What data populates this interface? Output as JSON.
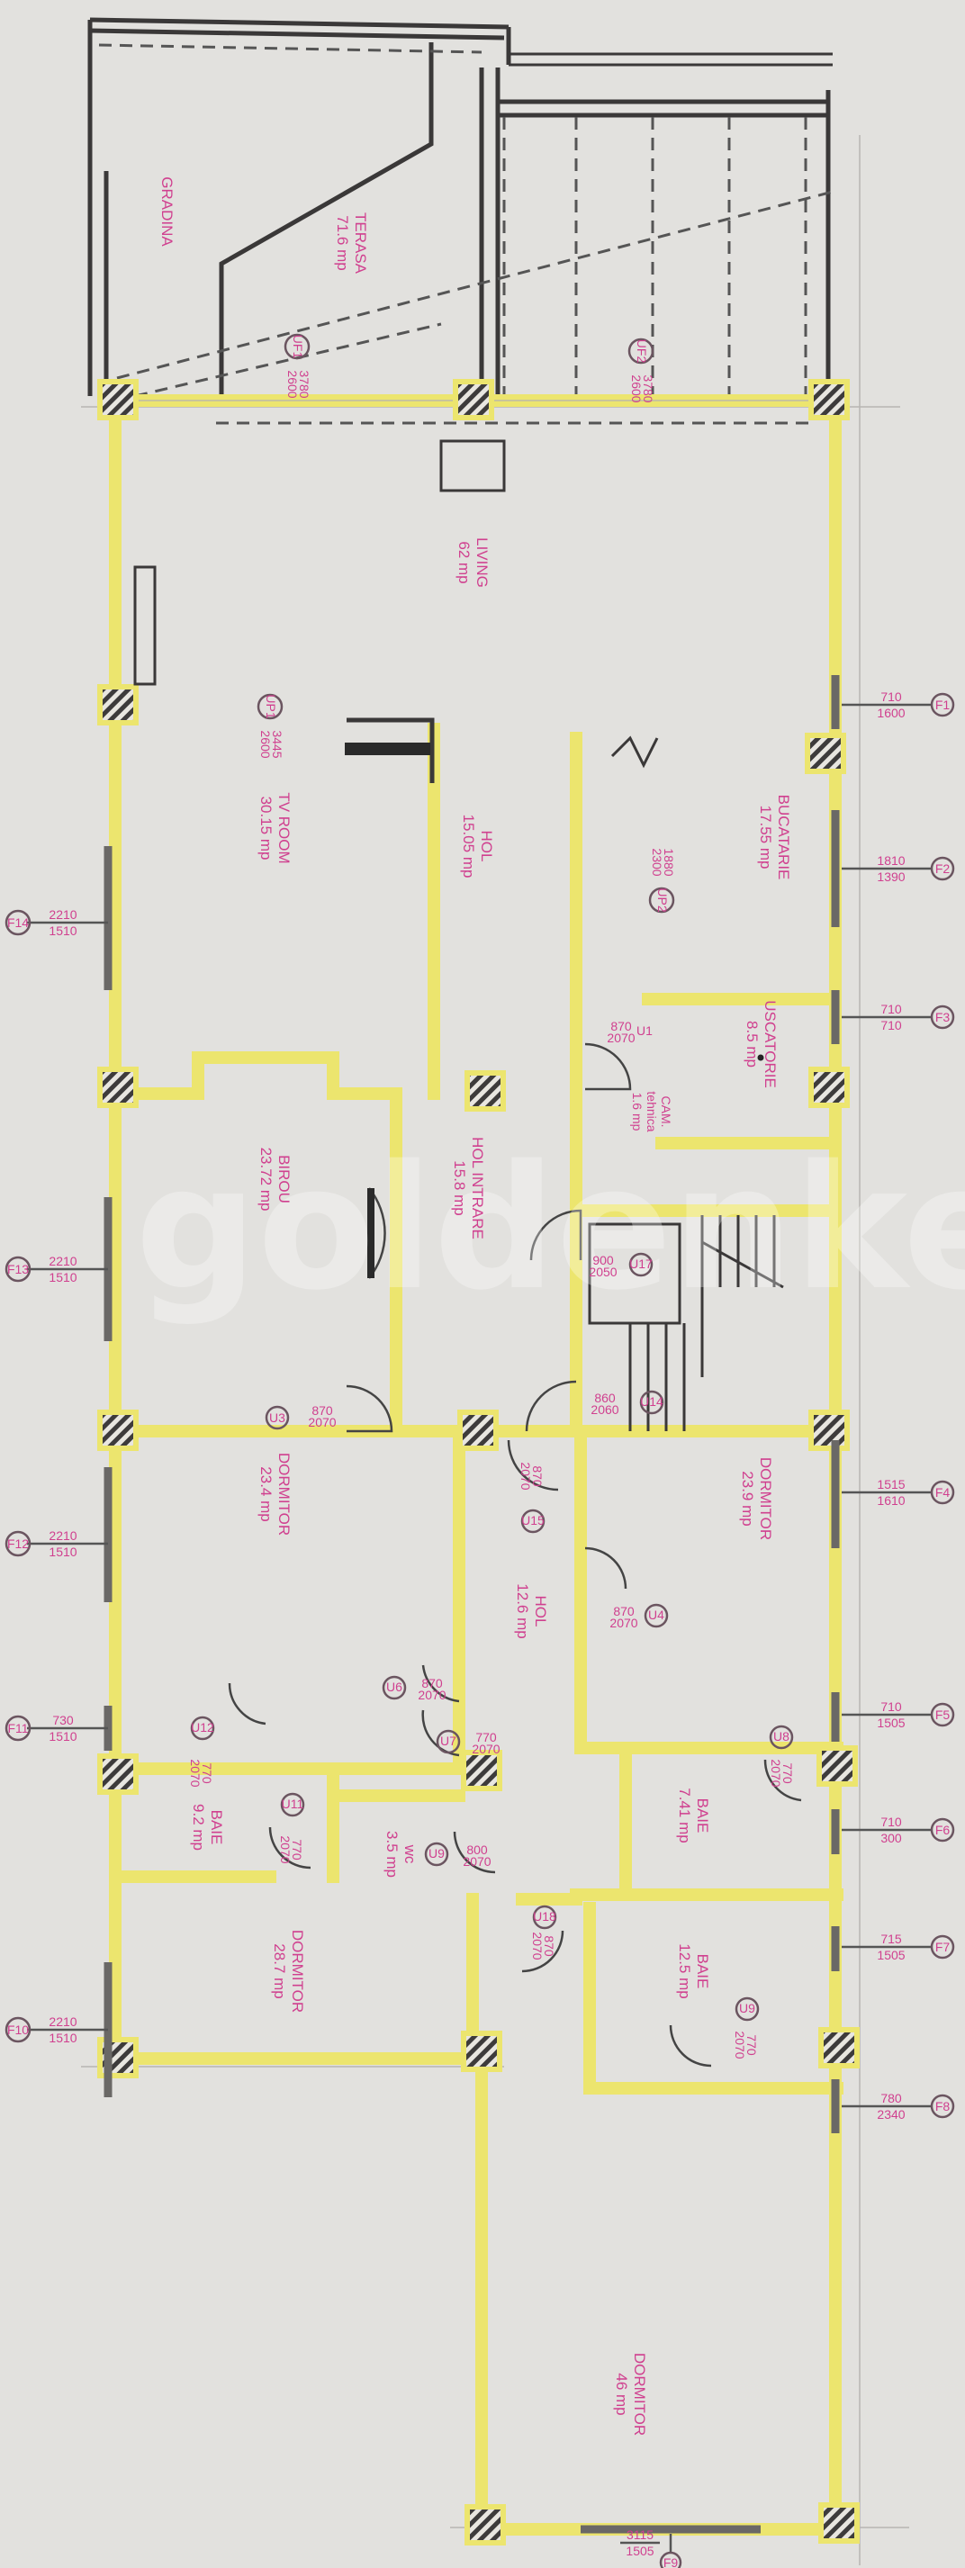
{
  "title": "Floor plan",
  "watermark": "goldenkey",
  "colors": {
    "paper": "#e2e1de",
    "wall": "#ece56e",
    "label": "#d0408f",
    "line": "#3a3838"
  },
  "rooms": {
    "gradina": {
      "name": "GRADINA",
      "area": ""
    },
    "terasa": {
      "name": "TERASA",
      "area": "71.6 mp"
    },
    "living": {
      "name": "LIVING",
      "area": "62 mp"
    },
    "tv_room": {
      "name": "TV ROOM",
      "area": "30.15 mp"
    },
    "hol1": {
      "name": "HOL",
      "area": "15.05 mp"
    },
    "bucatarie": {
      "name": "BUCATARIE",
      "area": "17.55 mp"
    },
    "uscatorie": {
      "name": "USCATORIE",
      "area": "8.5 mp"
    },
    "cam_tehnica": {
      "name": "CAM.",
      "sub": "tehnica",
      "area": "1.6 mp"
    },
    "birou": {
      "name": "BIROU",
      "area": "23.72 mp"
    },
    "hol_intrare": {
      "name": "HOL INTRARE",
      "area": "15.8 mp"
    },
    "dormitor1": {
      "name": "DORMITOR",
      "area": "23.4 mp"
    },
    "hol2": {
      "name": "HOL",
      "area": "12.6 mp"
    },
    "dormitor2": {
      "name": "DORMITOR",
      "area": "23.9 mp"
    },
    "wc": {
      "name": "wc",
      "area": "3.5 mp"
    },
    "baie1": {
      "name": "BAIE",
      "area": "9.2 mp"
    },
    "baie2": {
      "name": "BAIE",
      "area": "7.41 mp"
    },
    "dormitor3": {
      "name": "DORMITOR",
      "area": "28.7 mp"
    },
    "baie3": {
      "name": "BAIE",
      "area": "12.5 mp"
    },
    "dormitor4": {
      "name": "DORMITOR",
      "area": "46 mp"
    }
  },
  "windows": {
    "f1": {
      "id": "F1",
      "w": "710",
      "h": "1600"
    },
    "f2": {
      "id": "F2",
      "w": "1810",
      "h": "1390"
    },
    "f3": {
      "id": "F3",
      "w": "710",
      "h": "710"
    },
    "f4": {
      "id": "F4",
      "w": "1515",
      "h": "1610"
    },
    "f5": {
      "id": "F5",
      "w": "710",
      "h": "1505"
    },
    "f6": {
      "id": "F6",
      "w": "710",
      "h": "300"
    },
    "f7": {
      "id": "F7",
      "w": "715",
      "h": "1505"
    },
    "f8": {
      "id": "F8",
      "w": "780",
      "h": "2340"
    },
    "f9": {
      "id": "F9",
      "w": "3115",
      "h": "1505"
    },
    "f10": {
      "id": "F10",
      "w": "2210",
      "h": "1510"
    },
    "f11": {
      "id": "F11",
      "w": "730",
      "h": "1510"
    },
    "f12": {
      "id": "F12",
      "w": "2210",
      "h": "1510"
    },
    "f13": {
      "id": "F13",
      "w": "2210",
      "h": "1510"
    },
    "f14": {
      "id": "F14",
      "w": "2210",
      "h": "1510"
    }
  },
  "doors": {
    "uf1": {
      "id": "UF1",
      "w": "3780",
      "h": "2600"
    },
    "uf2": {
      "id": "UF2",
      "w": "3780",
      "h": "2600"
    },
    "up1": {
      "id": "UP1",
      "w": "3445",
      "h": "2600"
    },
    "up2": {
      "id": "UP2",
      "w": "1880",
      "h": "2300"
    },
    "u1": {
      "id": "U1",
      "w": "870",
      "h": "2070"
    },
    "u3": {
      "id": "U3",
      "w": "870",
      "h": "2070"
    },
    "u17": {
      "id": "U17",
      "w": "900",
      "h": "2050"
    },
    "u14": {
      "id": "U14",
      "w": "860",
      "h": "2060"
    },
    "u15": {
      "id": "U15",
      "w": "870",
      "h": "2070"
    },
    "u4": {
      "id": "U4",
      "w": "870",
      "h": "2070"
    },
    "u6": {
      "id": "U6",
      "w": "870",
      "h": "2070"
    },
    "u7": {
      "id": "U7",
      "w": "770",
      "h": "2070"
    },
    "u12": {
      "id": "U12",
      "w": "770",
      "h": "2070"
    },
    "u11": {
      "id": "U11",
      "w": "770",
      "h": "2070"
    },
    "u8": {
      "id": "U8",
      "w": "770",
      "h": "2070"
    },
    "u9": {
      "id": "U9",
      "w": "800",
      "h": "2070"
    },
    "u18": {
      "id": "U18",
      "w": "870",
      "h": "2070"
    },
    "u10": {
      "id": "U9",
      "w": "770",
      "h": "2070"
    }
  }
}
